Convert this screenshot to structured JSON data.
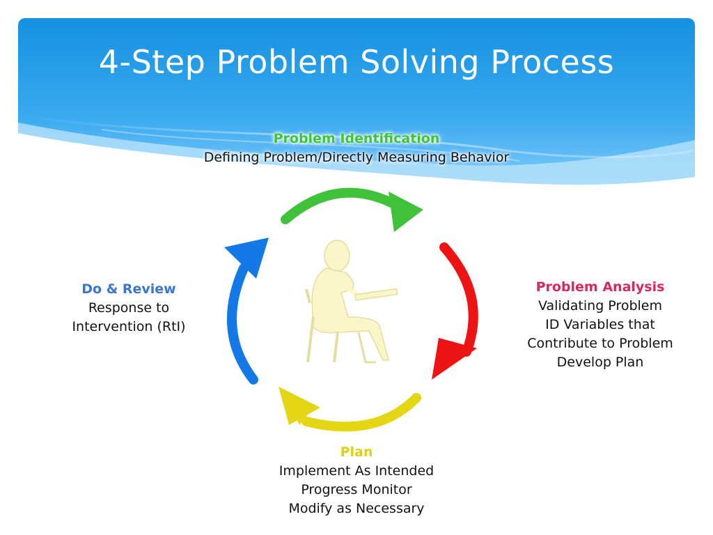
{
  "title": "4-Step Problem Solving Process",
  "steps": {
    "problem_identification": {
      "heading": "Problem Identification",
      "lines": [
        "Defining Problem/Directly Measuring Behavior"
      ],
      "color": "#3cc63c"
    },
    "problem_analysis": {
      "heading": "Problem Analysis",
      "lines": [
        "Validating Problem",
        "ID Variables that",
        "Contribute to Problem",
        "Develop Plan"
      ],
      "color": "#d62a5c"
    },
    "plan": {
      "heading": "Plan",
      "lines": [
        "Implement As Intended",
        "Progress Monitor",
        "Modify as Necessary"
      ],
      "color": "#e2cf12"
    },
    "do_review": {
      "heading": "Do & Review",
      "lines": [
        "Response to",
        "Intervention (RtI)"
      ],
      "color": "#3a76c9"
    }
  },
  "arrow_colors": {
    "green": "#3fc23a",
    "red": "#ee1414",
    "yellow": "#e4d614",
    "blue": "#1279e6"
  },
  "header_color": "#1c9ae6",
  "figure_icon": "seated-student-icon"
}
